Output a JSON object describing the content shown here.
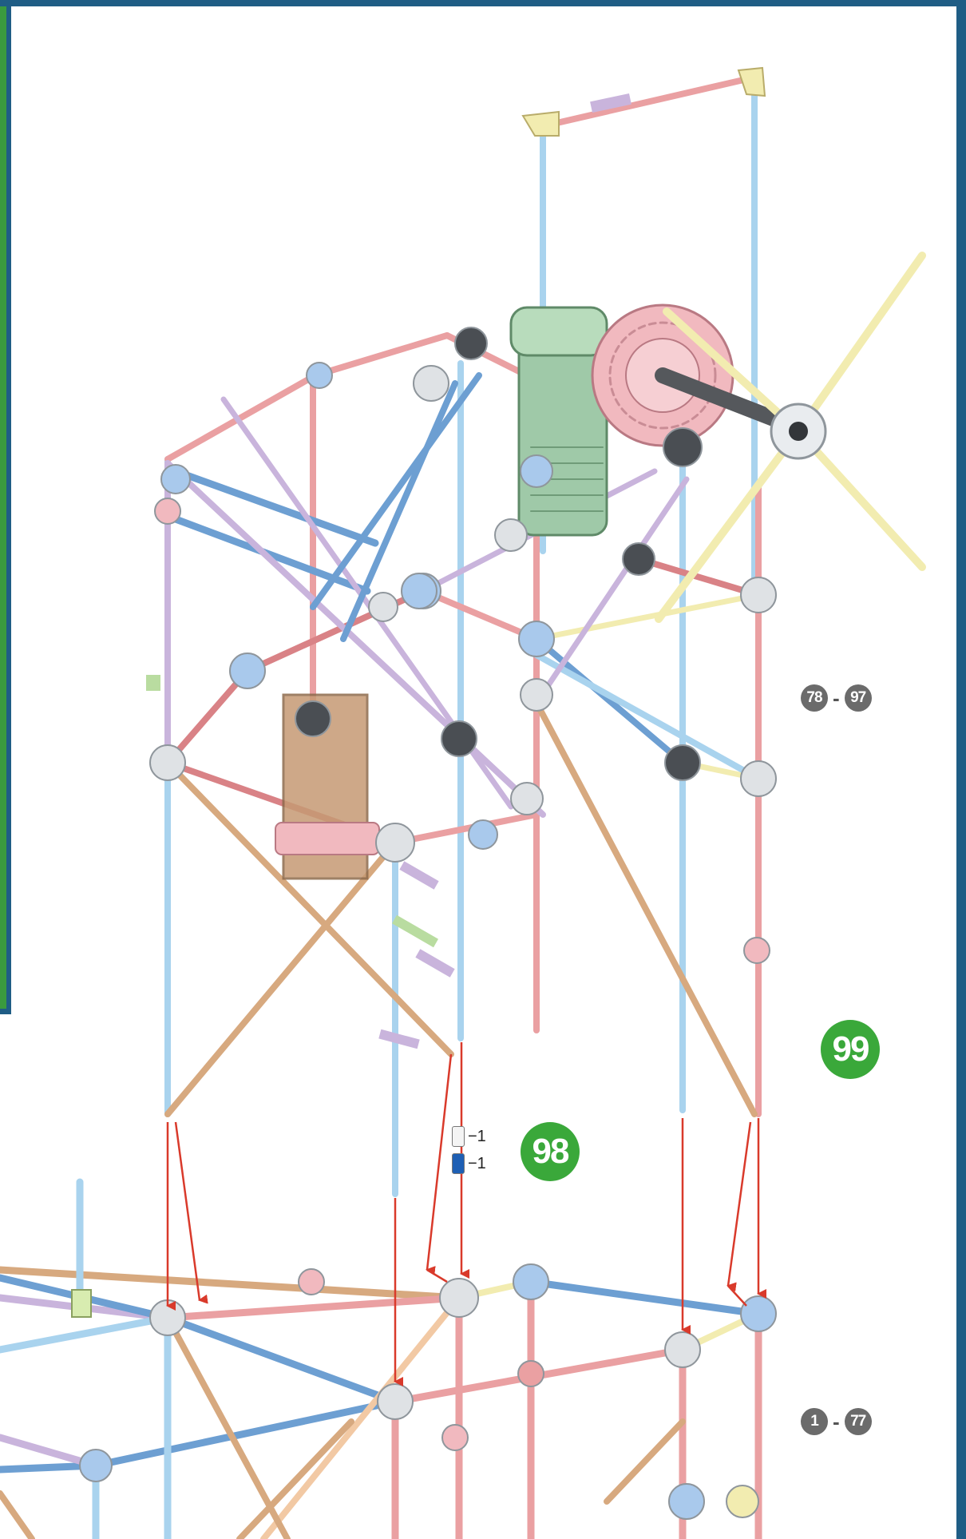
{
  "steps": {
    "step_98": "98",
    "step_99": "99"
  },
  "ranges": {
    "upper": {
      "from": "78",
      "sep": "-",
      "to": "97"
    },
    "lower": {
      "from": "1",
      "sep": "-",
      "to": "77"
    }
  },
  "parts": [
    {
      "color": "#f4f4f4",
      "label": "−1"
    },
    {
      "color": "#1e5fb4",
      "label": "−1"
    }
  ],
  "colors": {
    "frame": "#1f5d85",
    "frame_accent": "#3a9a3e",
    "step_badge": "#3aa83a",
    "arrow": "#d93a2b",
    "rod_blue": "#a9d3ee",
    "rod_red": "#eaa0a2",
    "rod_purple": "#c9b4dc",
    "rod_tan": "#d7a97f",
    "rod_yellow": "#f2ecb0",
    "motor": "#9fc9a8",
    "gear": "#f1b9bf"
  }
}
